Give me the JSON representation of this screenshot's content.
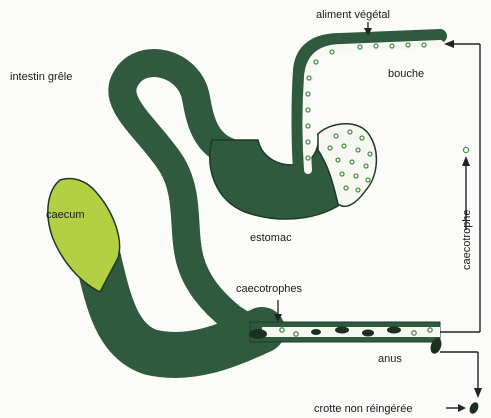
{
  "diagram": {
    "labels": {
      "aliment_vegetal": "aliment végétal",
      "bouche": "bouche",
      "intestin_grele": "intestin grêle",
      "caecum": "caecum",
      "estomac": "estomac",
      "caecotrophes": "caecotrophes",
      "caecotrophe": "caecotrophe",
      "anus": "anus",
      "crotte_non_reingeree": "crotte non réingérée"
    },
    "colors": {
      "gut": "#2f5a3e",
      "gut_outline": "#1d3a28",
      "caecum": "#b3cf44",
      "lumen": "#f7f8f2",
      "particle": "#4f8f4a",
      "dropping": "#1b2f22",
      "line": "#222222"
    }
  }
}
